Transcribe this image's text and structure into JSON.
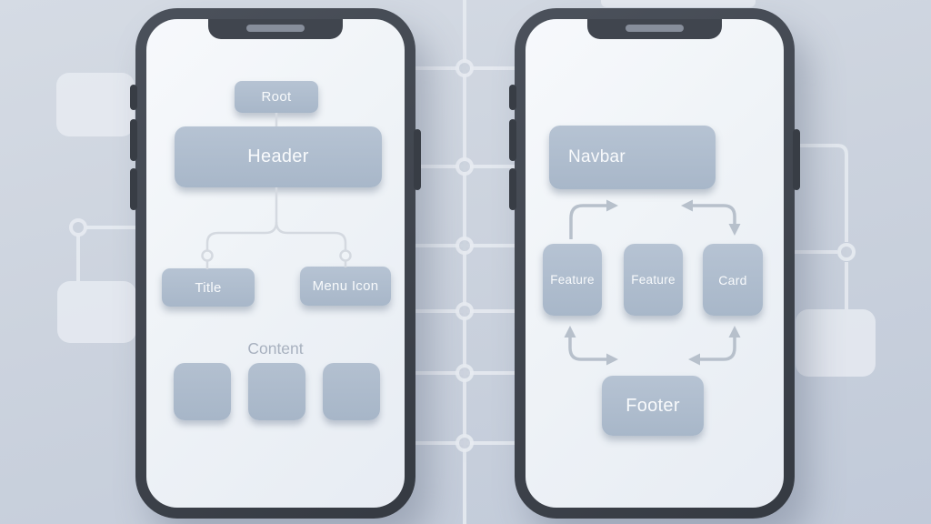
{
  "illustration": {
    "description": "Two smartphone mockups showing UI wireframe diagrams on a flowchart background"
  },
  "colors": {
    "background": "#ccd3de",
    "wireframe": "#e8ecf2",
    "phone_frame": "#42474f",
    "screen": "#f1f4f8",
    "node_fill": "#aebccd",
    "node_text": "#f8fafc",
    "connector": "#d4d9e0",
    "arrow": "#b7c0cb",
    "muted_label": "#a8b1bf"
  },
  "left_phone": {
    "tree": {
      "root": "Root",
      "header": "Header",
      "child_left": "Title",
      "child_right": "Menu Icon",
      "section_label": "Content",
      "placeholder_count": "3"
    }
  },
  "right_phone": {
    "navbar": "Navbar",
    "row": [
      "Feature",
      "Feature",
      "Card"
    ],
    "footer": "Footer"
  }
}
